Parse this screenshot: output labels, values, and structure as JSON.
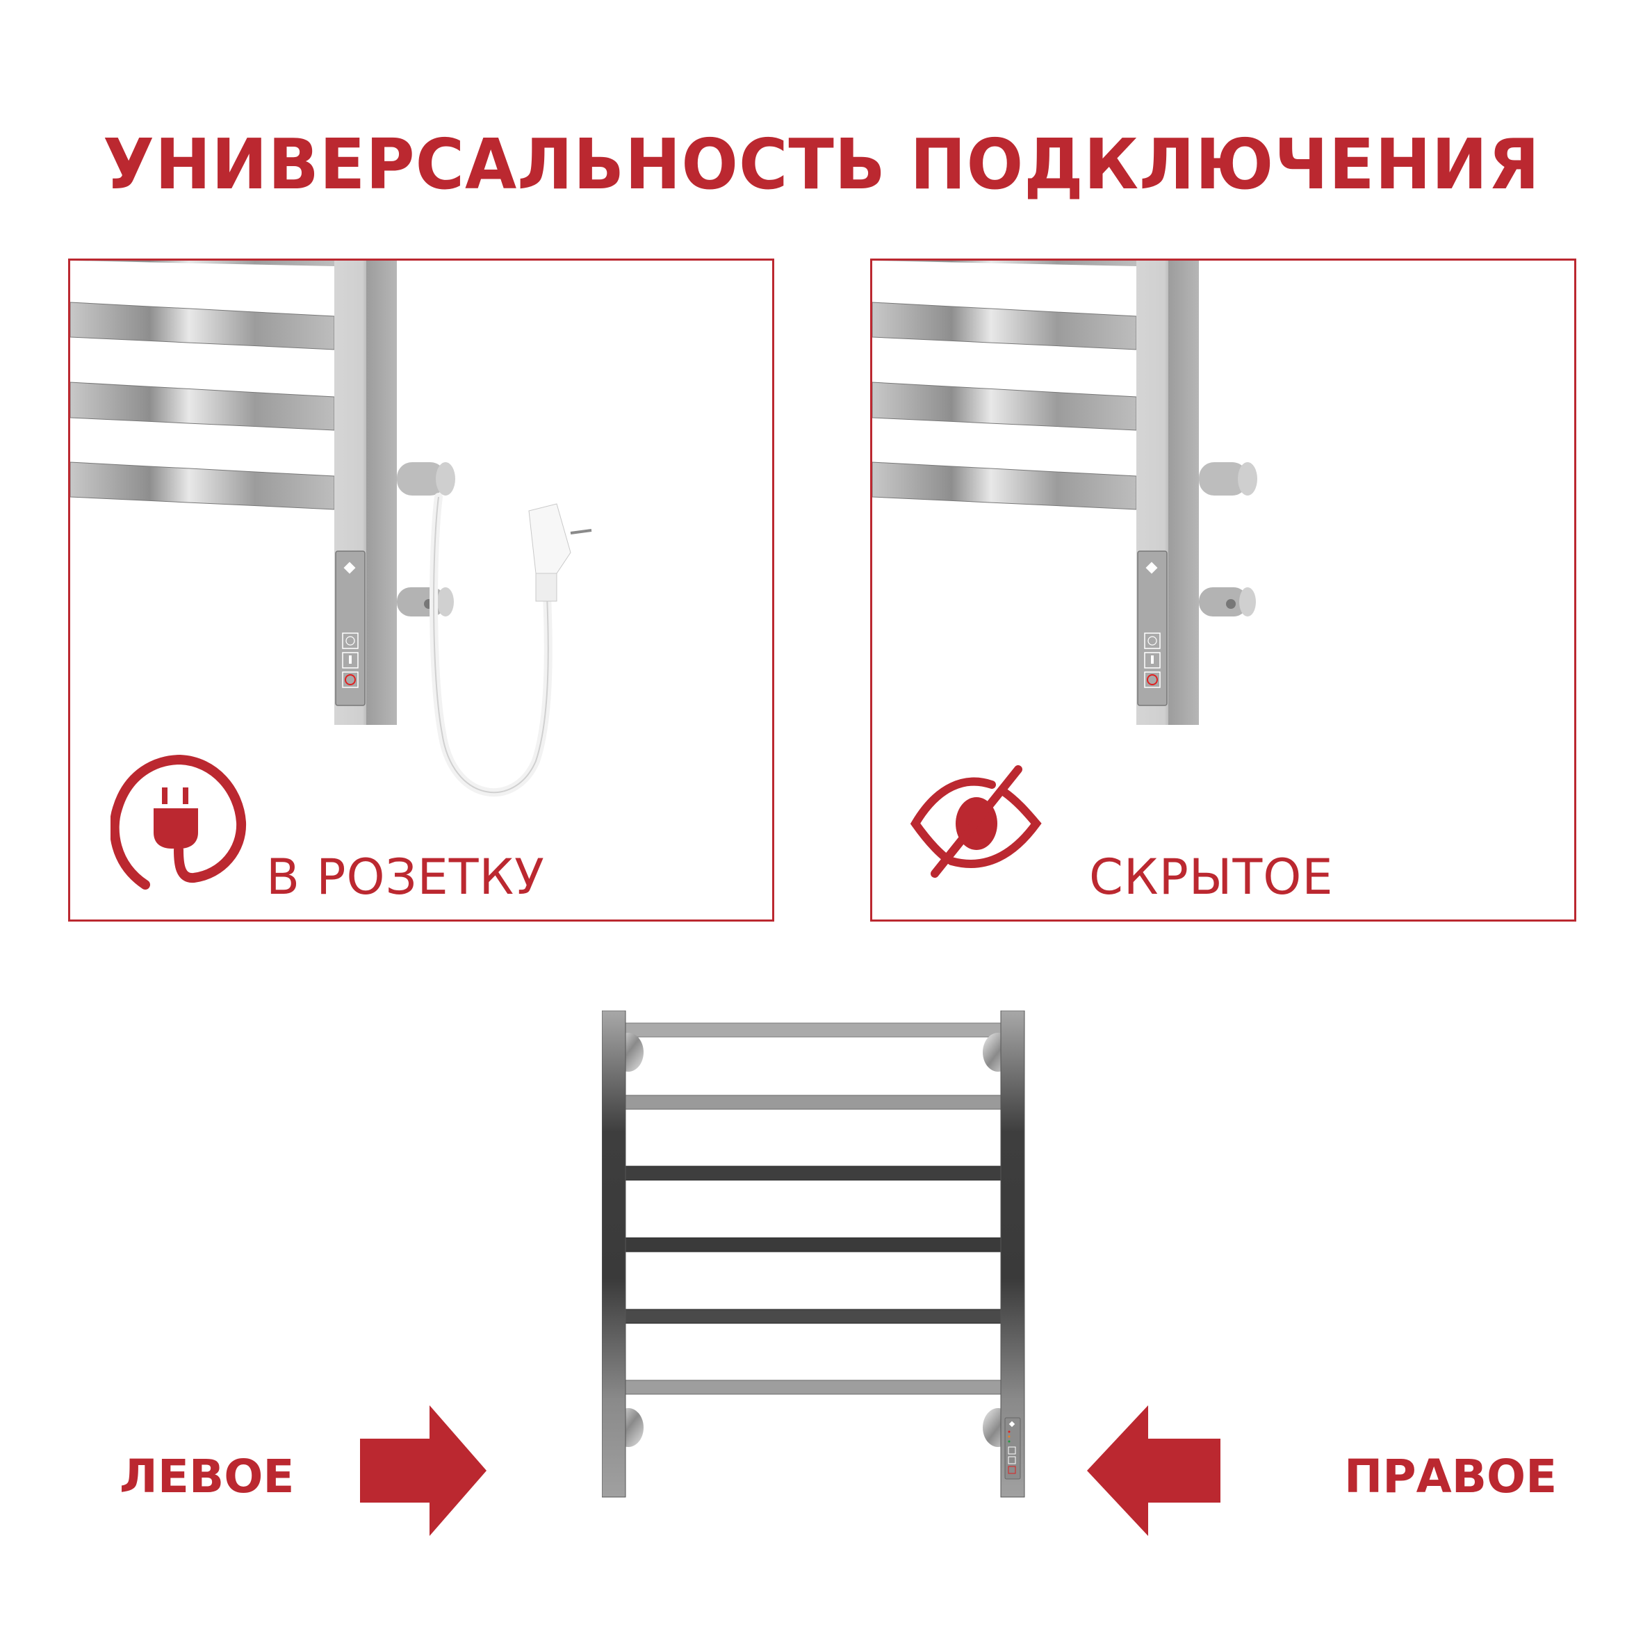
{
  "title": "УНИВЕРСАЛЬНОСТЬ ПОДКЛЮЧЕНИЯ",
  "colors": {
    "accent": "#bb2830",
    "background": "#ffffff",
    "steel": "#b8b8b8",
    "steel_dark": "#3c3c3c"
  },
  "panels": [
    {
      "id": "plug",
      "caption": "В РОЗЕТКУ",
      "icon": "plug-icon",
      "shows_cable": true
    },
    {
      "id": "hidden",
      "caption": "СКРЫТОЕ",
      "icon": "eye-crossed-icon",
      "shows_cable": false
    }
  ],
  "control_panel": {
    "buttons": [
      "timer-icon",
      "thermometer-icon",
      "power-icon"
    ],
    "indicators": [
      "red",
      "orange",
      "green"
    ]
  },
  "bottom": {
    "left_label": "ЛЕВОЕ",
    "right_label": "ПРАВОЕ",
    "left_arrow": "arrow-right-icon",
    "right_arrow": "arrow-left-icon",
    "rack_bars": 6
  }
}
